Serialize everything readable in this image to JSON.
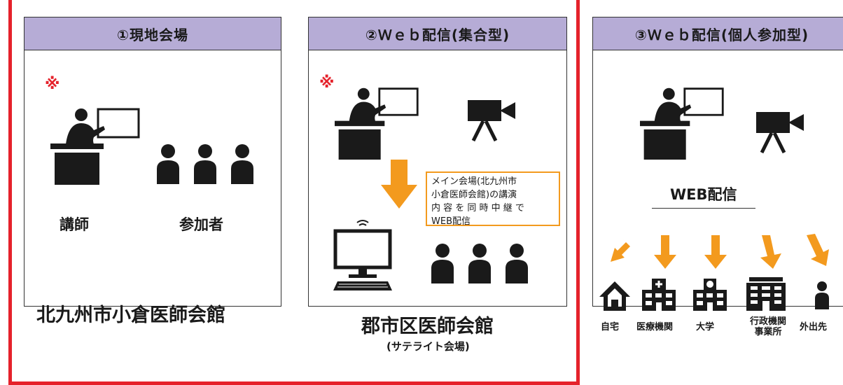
{
  "panels": [
    {
      "title": "①現地会場",
      "note": "※",
      "labels": [
        "講師",
        "参加者"
      ],
      "venue": "北九州市小倉医師会館"
    },
    {
      "title": "②Ｗｅｂ配信(集合型)",
      "note": "※",
      "venue": "郡市区医師会館",
      "venue_sub": "(サテライト会場)",
      "callout": [
        "メイン会場(北九州市",
        "小倉医師会館)の講演",
        "内 容 を 同 時 中 継 で",
        "WEB配信"
      ]
    },
    {
      "title": "③Ｗｅｂ配信(個人参加型)",
      "web_label": "WEB配信",
      "destinations": [
        "自宅",
        "医療機関",
        "大学",
        "行政機関 事業所",
        "外出先"
      ]
    }
  ],
  "colors": {
    "frame": "#e5222b",
    "header": "#b6acd6",
    "arrow": "#f39a1e",
    "note": "#e5222b",
    "ink": "#1a1a1a"
  },
  "icons": [
    "presenter-icon",
    "person-icon",
    "video-camera-icon",
    "computer-icon",
    "house-icon",
    "hospital-icon",
    "school-icon",
    "office-building-icon"
  ]
}
